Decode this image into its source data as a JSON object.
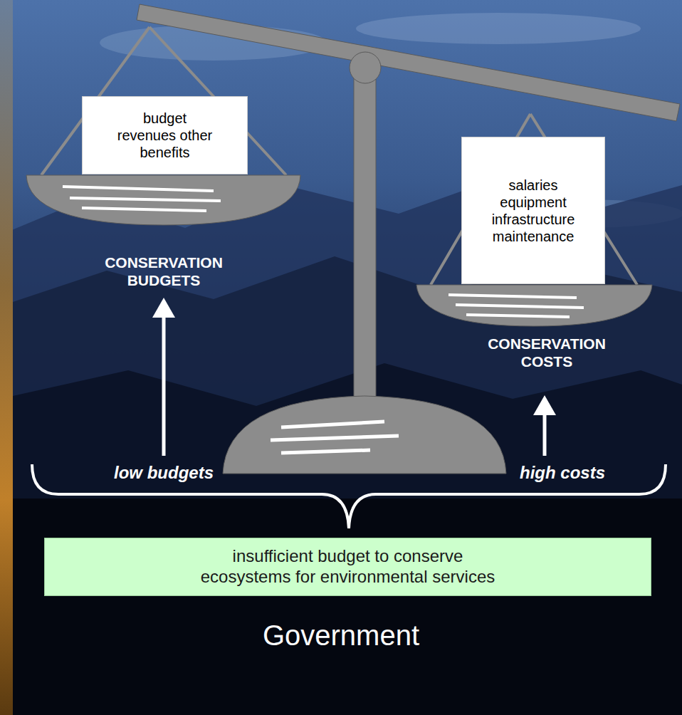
{
  "diagram": {
    "nodes": [
      {
        "text": [
          "budget revenues other benefits"
        ]
      },
      {
        "text": [
          "salaries equipment infrastructure maintenance"
        ]
      },
      {
        "text": [
          "insufficient budget to conserve ecosystems for environmental services"
        ]
      }
    ],
    "labels": [
      "CONSERVATION BUDGETS",
      "CONSERVATION COSTS",
      "low budgets",
      "high costs",
      "Government"
    ]
  }
}
